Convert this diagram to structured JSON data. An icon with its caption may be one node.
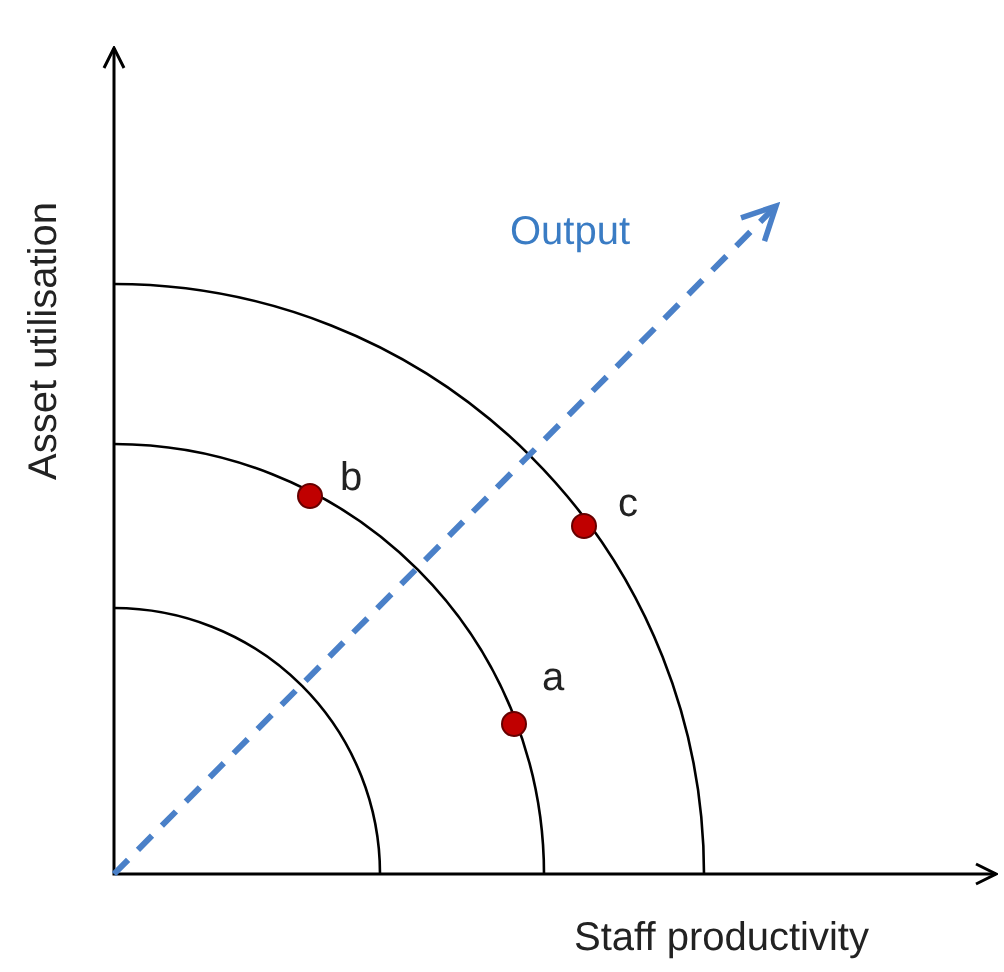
{
  "diagram": {
    "labels": [
      "Output",
      "b",
      "c",
      "a",
      "Asset utilisation",
      "Staff productivity"
    ]
  }
}
